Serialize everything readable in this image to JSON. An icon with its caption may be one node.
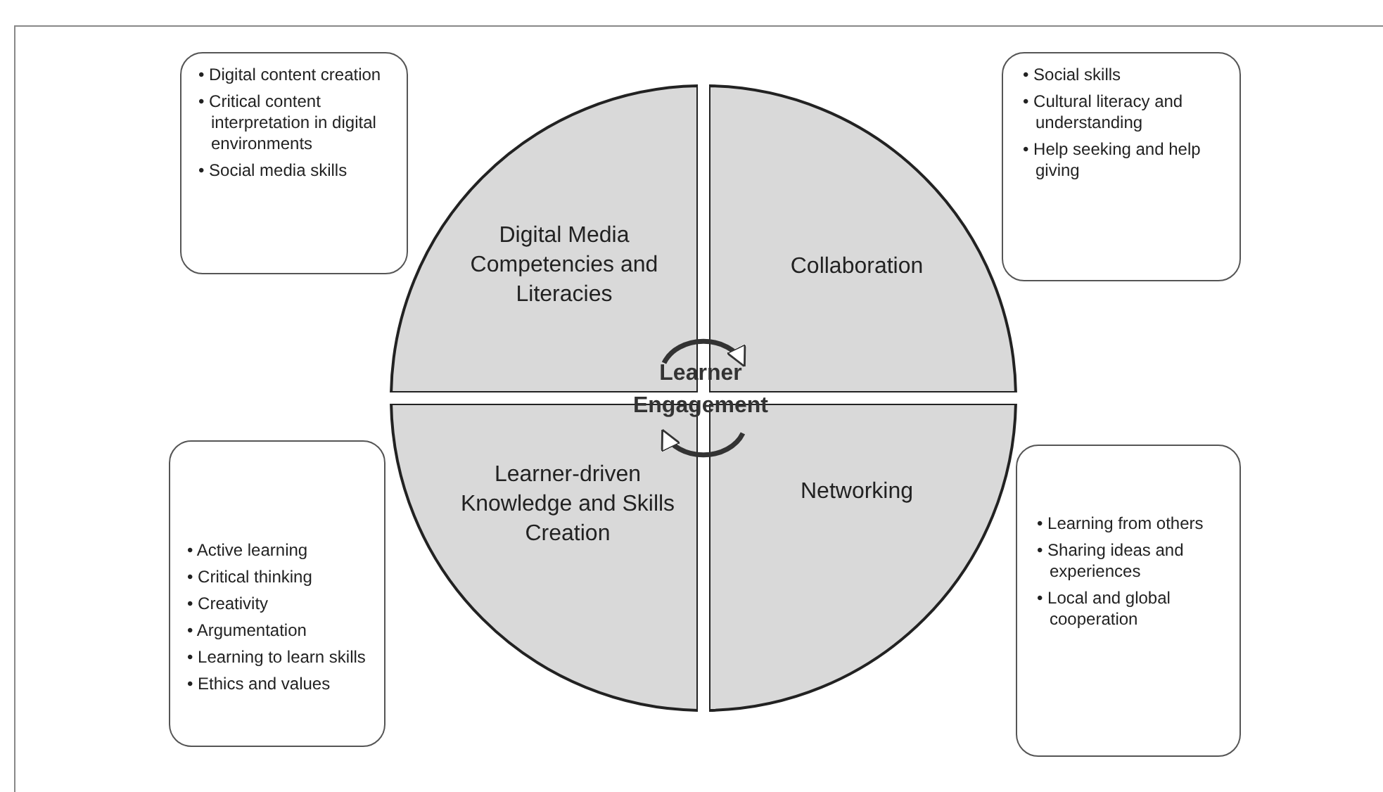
{
  "diagram": {
    "nodes": [
      {
        "text": [
          "• Digital content creation",
          "• Critical content interpretation in digital environments",
          "• Social media skills"
        ]
      },
      {
        "text": [
          "• Social skills",
          "• Cultural literacy and understanding",
          "• Help seeking and help giving"
        ]
      },
      {
        "text": [
          "Digital Media Competencies and Literacies"
        ]
      },
      {
        "text": [
          "Collaboration"
        ]
      },
      {
        "text": [
          "Learner-driven Knowledge and Skills Creation"
        ]
      },
      {
        "text": [
          "Networking"
        ]
      },
      {
        "text": [
          "• Active learning",
          "• Critical thinking",
          "• Creativity",
          "• Argumentation",
          "• Learning to learn skills",
          "• Ethics and values"
        ]
      },
      {
        "text": [
          "• Learning from others",
          "• Sharing ideas and experiences",
          "• Local and global cooperation"
        ]
      }
    ],
    "edges": [
      {
        "from": 2,
        "to": 3,
        "arrow": "to"
      },
      {
        "from": 5,
        "to": 4,
        "arrow": "to"
      }
    ],
    "labels": [
      "Learner Engagement"
    ]
  }
}
